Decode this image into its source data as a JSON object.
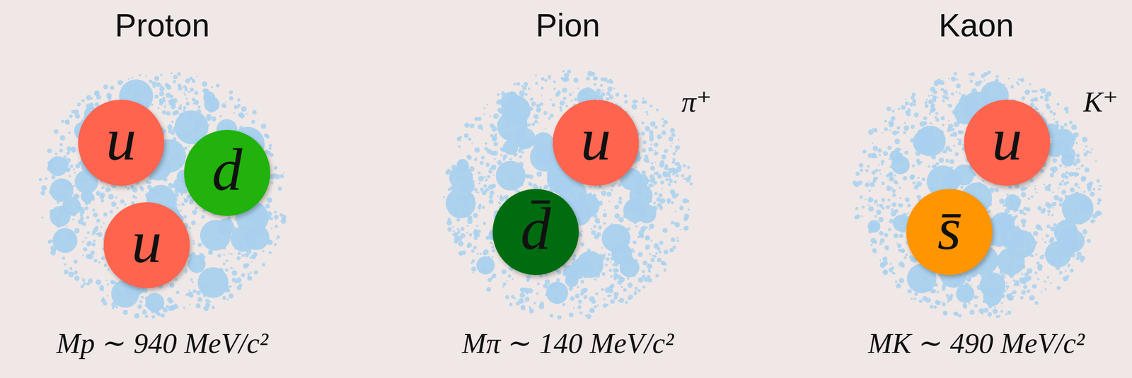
{
  "diagram": {
    "nodes": [
      {
        "text": [
          "Proton",
          "Mp ∼ 940 MeV/c²"
        ]
      },
      {
        "text": [
          "u"
        ],
        "in": 0
      },
      {
        "text": [
          "d"
        ],
        "in": 0
      },
      {
        "text": [
          "u"
        ],
        "in": 0
      },
      {
        "text": [
          "Pion",
          "π⁺",
          "Mπ ∼ 140 MeV/c²"
        ]
      },
      {
        "text": [
          "u"
        ],
        "in": 4
      },
      {
        "text": [
          "d̄"
        ],
        "in": 4
      },
      {
        "text": [
          "Kaon",
          "K⁺",
          "MK ∼ 490 MeV/c²"
        ]
      },
      {
        "text": [
          "u"
        ],
        "in": 7
      },
      {
        "text": [
          "s̄"
        ],
        "in": 7
      }
    ]
  }
}
